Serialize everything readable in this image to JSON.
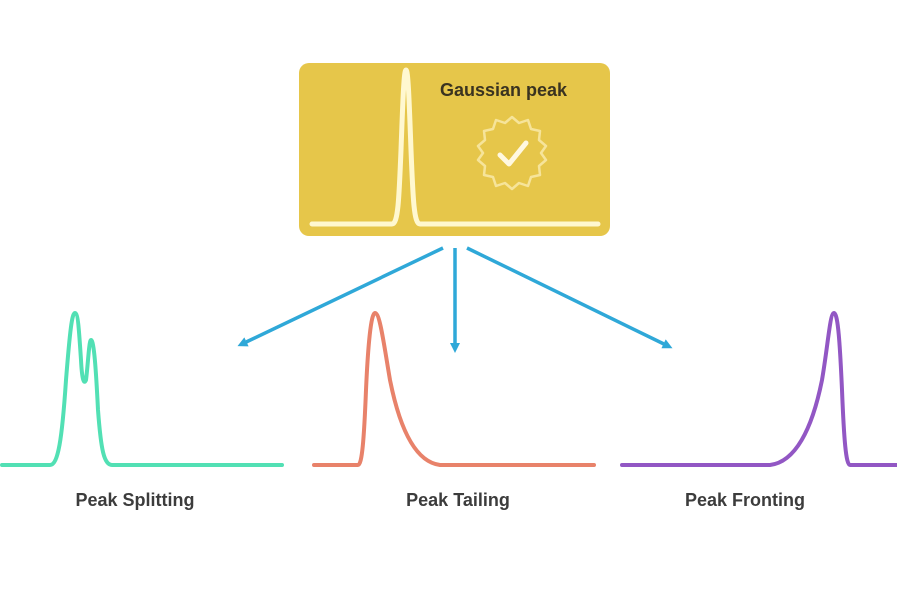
{
  "diagram": {
    "top_node": {
      "title": "Gaussian peak",
      "badge_icon": "verified-check-badge-icon",
      "box_color": "#e6c64a",
      "curve_color": "#fff8d0"
    },
    "arrow_color": "#2fa8d8",
    "children": [
      {
        "label": "Peak Splitting",
        "shape": "double-peak",
        "color": "#52e0b4"
      },
      {
        "label": "Peak Tailing",
        "shape": "tailing",
        "color": "#e8826a"
      },
      {
        "label": "Peak Fronting",
        "shape": "fronting",
        "color": "#9257c4"
      }
    ]
  }
}
